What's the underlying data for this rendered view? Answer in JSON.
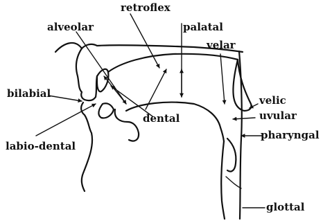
{
  "labels": {
    "retroflex": "retroflex",
    "alveolar": "alveolar",
    "palatal": "palatal",
    "velar": "velar",
    "bilabial": "bilabial",
    "dental": "dental",
    "velic": "velic",
    "uvular": "uvular",
    "pharyngal": "pharyngal",
    "labio_dental": "labio-dental",
    "glottal": "glottal"
  }
}
